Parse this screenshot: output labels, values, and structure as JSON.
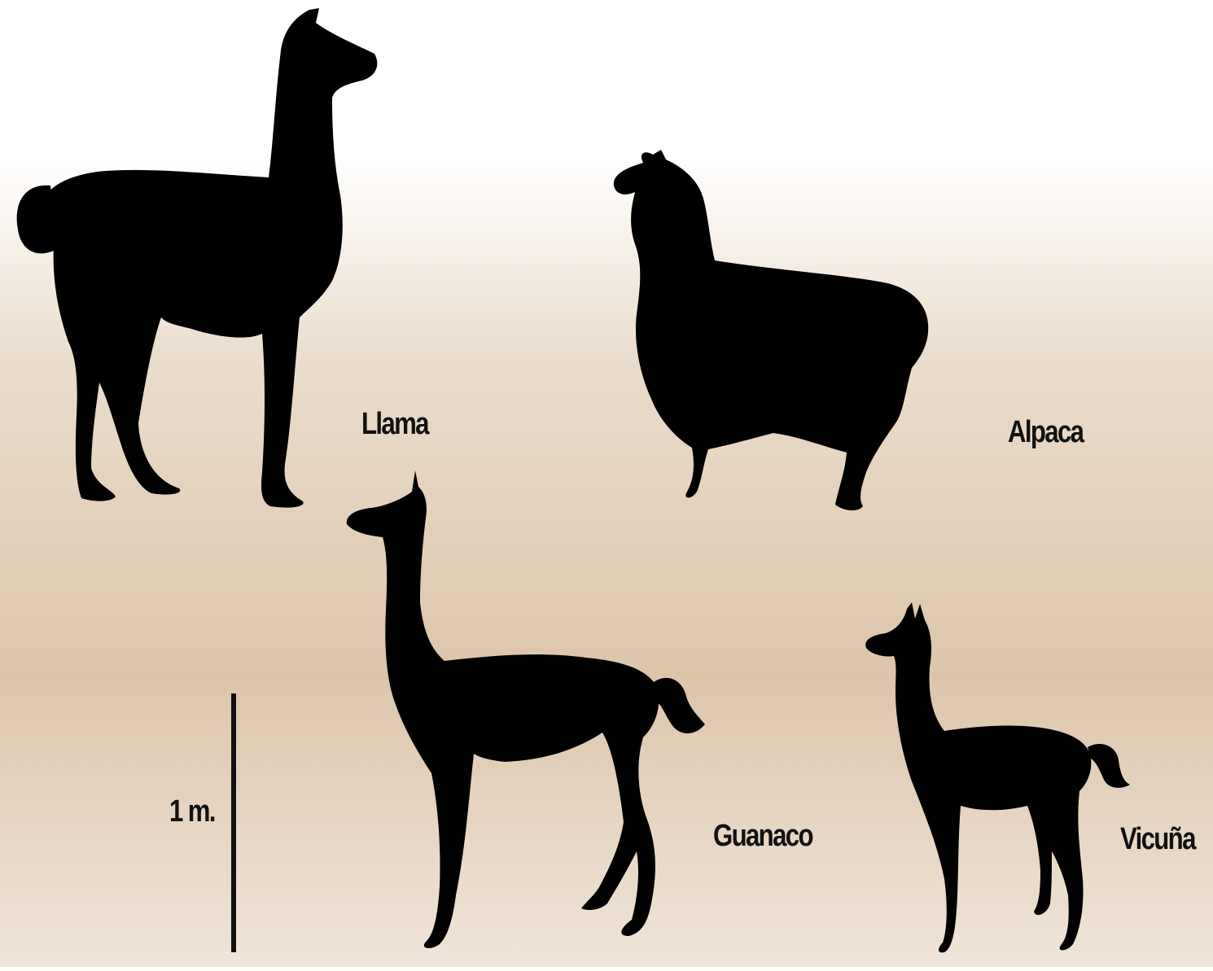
{
  "colors": {
    "silhouette": "#000000",
    "background_top": "#ffffff",
    "background_bottom": "#dcc3a8",
    "label": "#111111"
  },
  "animals": {
    "llama": "Llama",
    "alpaca": "Alpaca",
    "guanaco": "Guanaco",
    "vicuna": "Vicuña"
  },
  "scale_bar": {
    "label": "1 m."
  }
}
